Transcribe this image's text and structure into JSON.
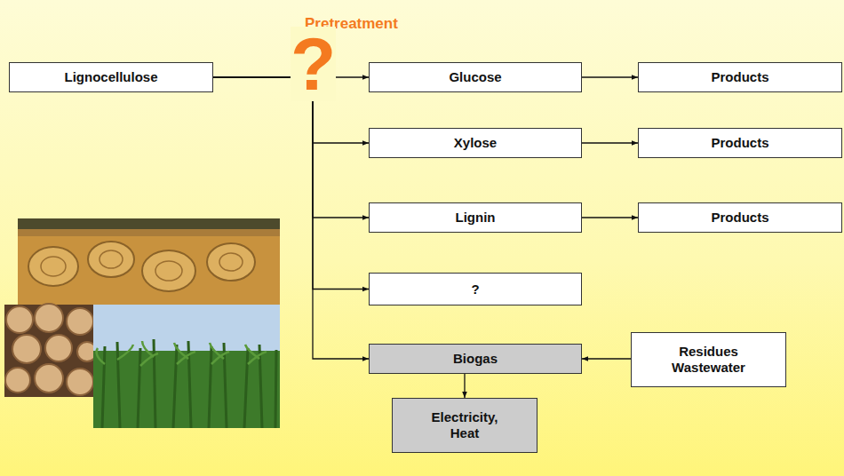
{
  "diagram": {
    "nodes": [
      {
        "text": [
          "Lignocellulose"
        ]
      },
      {
        "text": [
          "Glucose"
        ]
      },
      {
        "text": [
          "Products"
        ]
      },
      {
        "text": [
          "Xylose"
        ]
      },
      {
        "text": [
          "Products"
        ]
      },
      {
        "text": [
          "Lignin"
        ]
      },
      {
        "text": [
          "Products"
        ]
      },
      {
        "text": [
          "?"
        ]
      },
      {
        "text": [
          "Biogas"
        ]
      },
      {
        "text": [
          "Residues Wastewater"
        ]
      },
      {
        "text": [
          "Electricity, Heat"
        ]
      }
    ],
    "edges": [
      {
        "from": 0,
        "to": 1,
        "arrow": "to"
      },
      {
        "from": 0,
        "to": 3,
        "arrow": "to"
      },
      {
        "from": 0,
        "to": 5,
        "arrow": "to"
      },
      {
        "from": 0,
        "to": 7,
        "arrow": "to"
      },
      {
        "from": 0,
        "to": 8,
        "arrow": "to"
      },
      {
        "from": 1,
        "to": 2,
        "arrow": "to"
      },
      {
        "from": 3,
        "to": 4,
        "arrow": "to"
      },
      {
        "from": 5,
        "to": 6,
        "arrow": "to"
      },
      {
        "from": 9,
        "to": 8,
        "arrow": "to"
      },
      {
        "from": 8,
        "to": 10,
        "arrow": "to"
      }
    ],
    "labels": [
      "Pretreatment",
      "?"
    ]
  }
}
